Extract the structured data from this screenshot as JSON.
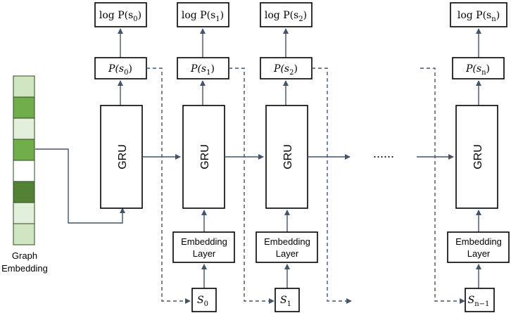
{
  "graph_embedding": {
    "label_line1": "Graph",
    "label_line2": "Embedding",
    "cell_colors": [
      "#d0e5c2",
      "#6fae4a",
      "#e2efda",
      "#6fae4a",
      "#ffffff",
      "#548235",
      "#e2efda",
      "#d0e5c2"
    ]
  },
  "gru_label": "GRU",
  "embedding_label_line1": "Embedding",
  "embedding_label_line2": "Layer",
  "ellipsis": "......",
  "columns": [
    {
      "prob": "P(s",
      "prob_sub": "0",
      "log": "log P(s",
      "log_sub": "0",
      "input": "",
      "input_sub": ""
    },
    {
      "prob": "P(s",
      "prob_sub": "1",
      "log": "log P(s",
      "log_sub": "1",
      "input": "S",
      "input_sub": "0"
    },
    {
      "prob": "P(s",
      "prob_sub": "2",
      "log": "log P(s",
      "log_sub": "2",
      "input": "S",
      "input_sub": "1"
    },
    {
      "prob": "P(s",
      "prob_sub": "n",
      "log": "log P(s",
      "log_sub": "n",
      "input": "S",
      "input_sub": "n−1"
    }
  ],
  "colors": {
    "arrow": "#44546a",
    "border": "#000000"
  }
}
